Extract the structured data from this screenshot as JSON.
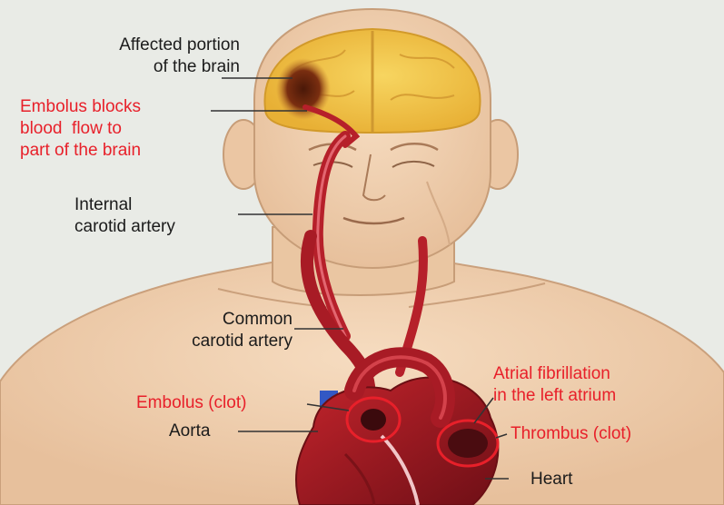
{
  "labels": {
    "affected_portion": "Affected portion\nof the brain",
    "embolus_blocks": "Embolus blocks\nblood  flow to\npart of the brain",
    "internal_carotid": "Internal\ncarotid artery",
    "common_carotid": "Common\ncarotid artery",
    "embolus_clot": "Embolus (clot)",
    "aorta": "Aorta",
    "atrial_fibrillation": "Atrial fibrillation\nin the left atrium",
    "thrombus": "Thrombus (clot)",
    "heart": "Heart"
  },
  "colors": {
    "background": "#e9ebe6",
    "skin": "#f1d3b4",
    "brain": "#f1c44a",
    "artery": "#b6202a",
    "vein": "#3358c4",
    "red_label": "#e8202a",
    "dark_label": "#1b1b1b"
  }
}
